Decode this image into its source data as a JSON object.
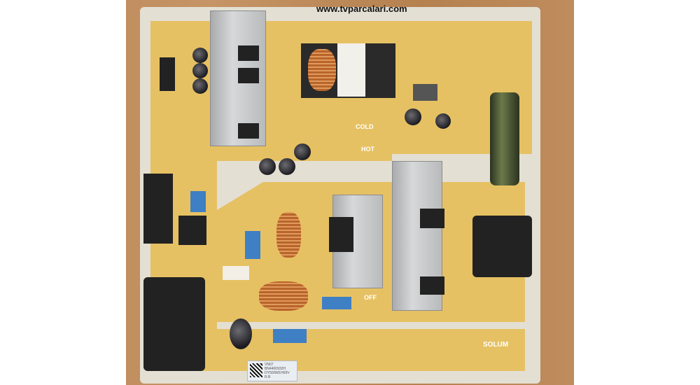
{
  "watermark": "www.tvparcalari.com",
  "board_text": {
    "cold": "COLD",
    "hot": "HOT",
    "brand": "SOLUM",
    "off": "OFF"
  },
  "label": {
    "lines": [
      "VN07",
      "BN4400932H",
      "DY5D6M1H09V",
      "R.B"
    ]
  },
  "colors": {
    "pcb": "#e6c163",
    "background_wood": "#c08d5c",
    "heatsink": "#c0c2c4"
  }
}
